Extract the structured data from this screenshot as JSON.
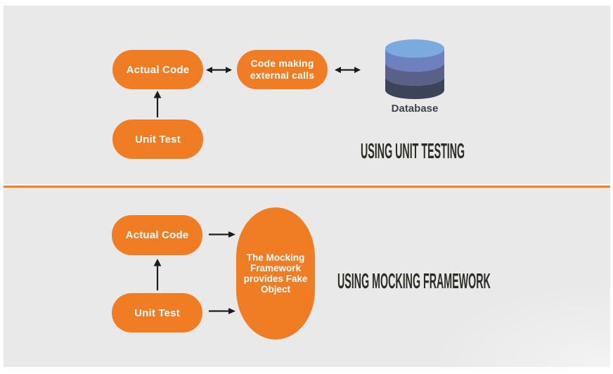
{
  "colors": {
    "canvas_frame": "#ffffff",
    "panel_background": "#e9e9e9",
    "node_orange": "#f07d24",
    "divider_orange": "#f5821f",
    "node_text": "#ffffff",
    "heading_text": "#2b2e25",
    "arrow_black": "#1c1c1c",
    "database_label_text": "#3f4450",
    "database_top": "#7aaade",
    "database_band_upper": "#6e80c0",
    "database_band_middle": "#596189",
    "database_band_lower": "#3d4459"
  },
  "sections": [
    {
      "heading": "USING UNIT TESTING",
      "nodes": {
        "actual_code": {
          "label": "Actual Code"
        },
        "external_calls": {
          "lines": [
            "Code making",
            "external calls"
          ]
        },
        "unit_test": {
          "label": "Unit Test"
        },
        "database": {
          "label": "Database",
          "icon": "database-icon"
        }
      },
      "connections": [
        {
          "from": "actual_code",
          "to": "external_calls",
          "style": "double-headed-arrow"
        },
        {
          "from": "external_calls",
          "to": "database",
          "style": "double-headed-arrow"
        },
        {
          "from": "unit_test",
          "to": "actual_code",
          "style": "single-arrow-up"
        }
      ]
    },
    {
      "heading": "USING MOCKING FRAMEWORK",
      "nodes": {
        "actual_code": {
          "label": "Actual Code"
        },
        "unit_test": {
          "label": "Unit Test"
        },
        "mocking_framework": {
          "lines": [
            "The Mocking",
            "Framework",
            "provides Fake",
            "Object"
          ]
        }
      },
      "connections": [
        {
          "from": "actual_code",
          "to": "mocking_framework",
          "style": "single-arrow-right"
        },
        {
          "from": "unit_test",
          "to": "mocking_framework",
          "style": "single-arrow-right"
        },
        {
          "from": "unit_test",
          "to": "actual_code",
          "style": "single-arrow-up"
        }
      ]
    }
  ]
}
